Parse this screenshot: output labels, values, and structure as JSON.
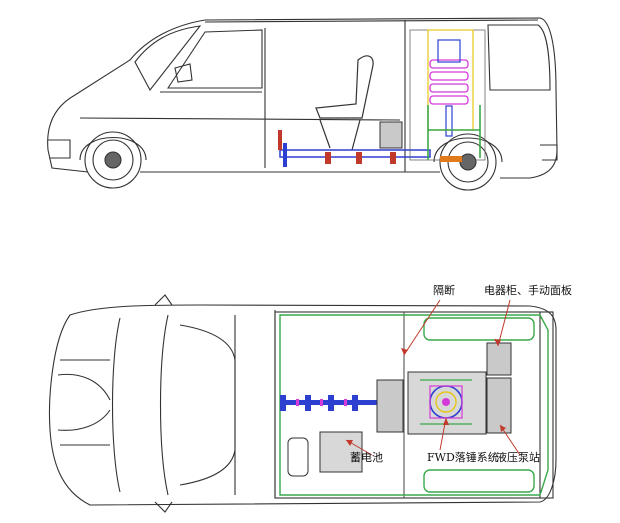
{
  "labels": {
    "partition": "隔断",
    "electrical_cabinet": "电器柜、手动面板",
    "battery": "蓄电池",
    "fwd_system": "FWD落锤系统",
    "hydraulic_station": "液压泵站"
  },
  "colors": {
    "line": "#333333",
    "green": "#3aa84a",
    "blue": "#2d3fd1",
    "magenta": "#d43ad8",
    "yellow": "#e6c617",
    "orange": "#e07a1a",
    "red": "#c0392b",
    "gray_fill": "#c9c9c9"
  }
}
